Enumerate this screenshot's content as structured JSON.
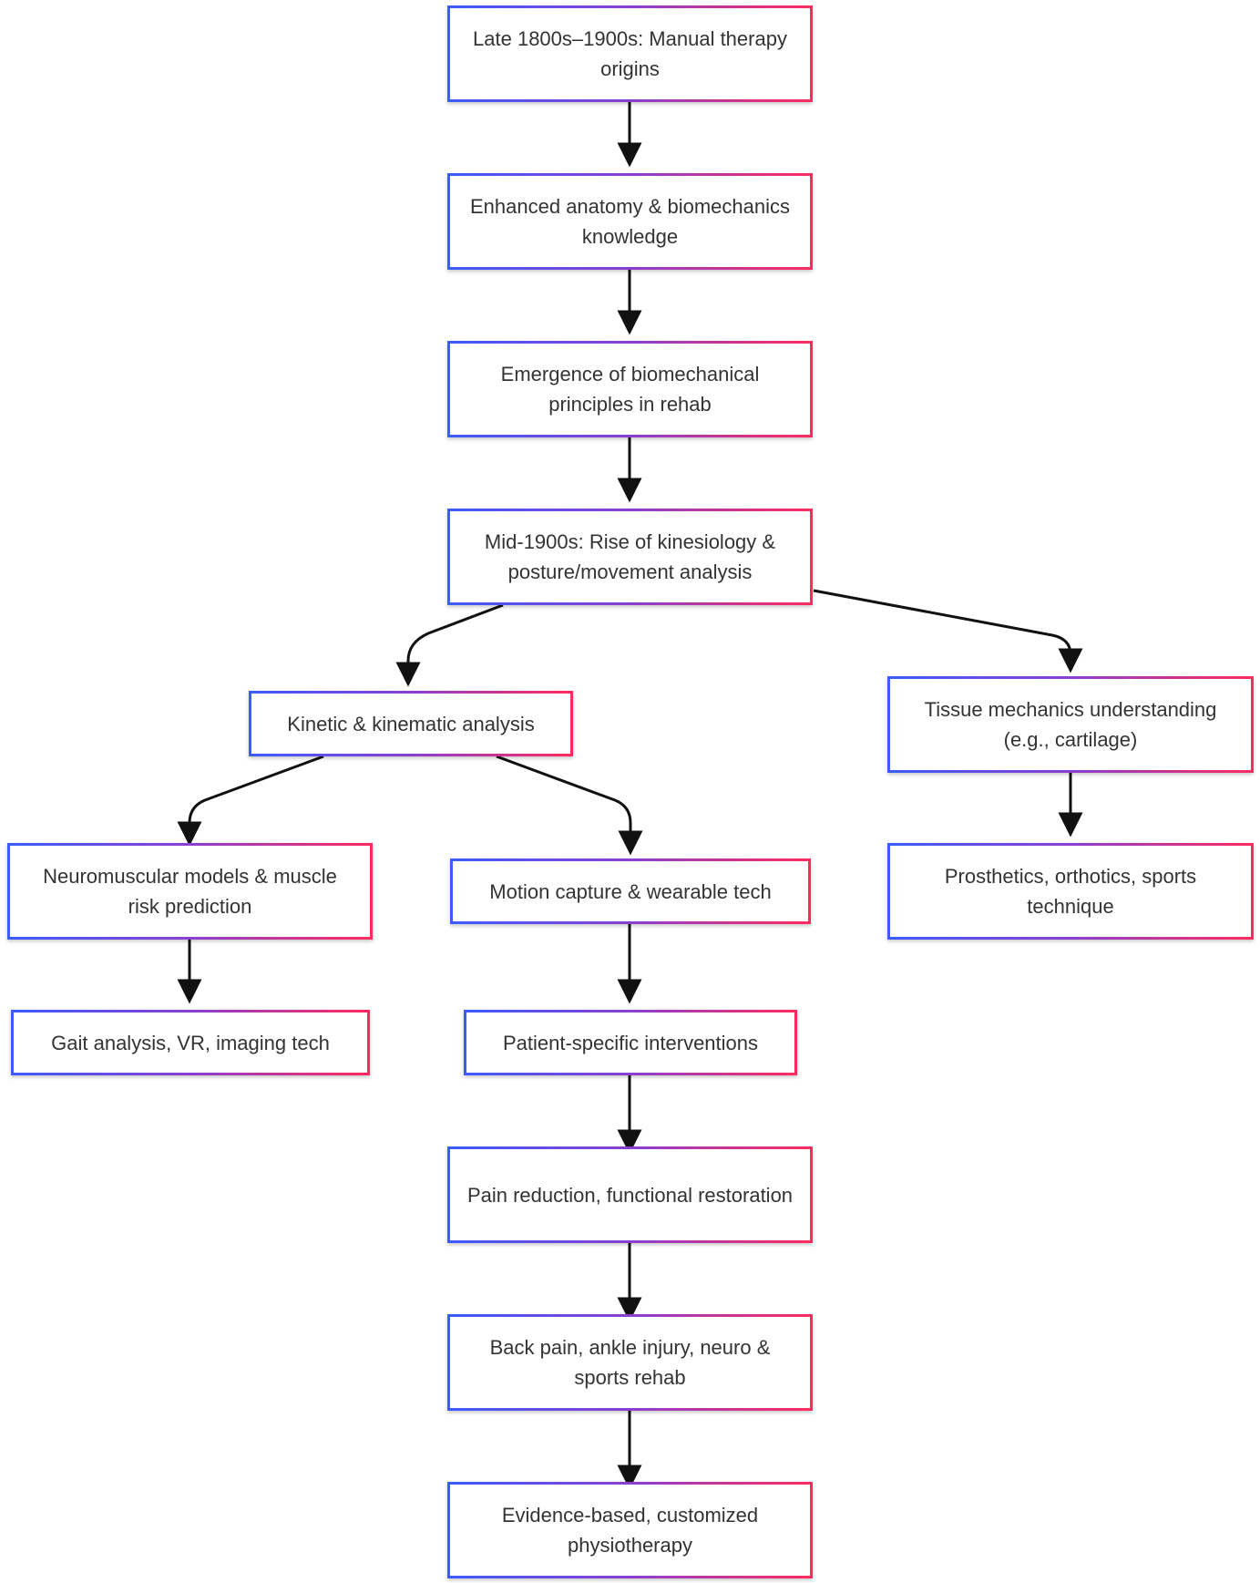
{
  "diagram": {
    "type": "flowchart",
    "colors": {
      "border_start": "#3b5cff",
      "border_end": "#ff2b5e",
      "arrow": "#111111",
      "text": "#333333"
    },
    "nodes": [
      {
        "id": "n1",
        "text": "Late 1800s–1900s: Manual therapy origins"
      },
      {
        "id": "n2",
        "text": "Enhanced anatomy & biomechanics knowledge"
      },
      {
        "id": "n3",
        "text": "Emergence of biomechanical principles in rehab"
      },
      {
        "id": "n4",
        "text": "Mid-1900s: Rise of kinesiology & posture/movement analysis"
      },
      {
        "id": "n5",
        "text": "Kinetic & kinematic analysis"
      },
      {
        "id": "n6",
        "text": "Tissue mechanics understanding (e.g., cartilage)"
      },
      {
        "id": "n7",
        "text": "Neuromuscular models & muscle risk prediction"
      },
      {
        "id": "n8",
        "text": "Motion capture & wearable tech"
      },
      {
        "id": "n9",
        "text": "Prosthetics, orthotics, sports technique"
      },
      {
        "id": "n10",
        "text": "Gait analysis, VR, imaging tech"
      },
      {
        "id": "n11",
        "text": "Patient-specific interventions"
      },
      {
        "id": "n12",
        "text": "Pain reduction, functional restoration"
      },
      {
        "id": "n13",
        "text": "Back pain, ankle injury, neuro & sports rehab"
      },
      {
        "id": "n14",
        "text": "Evidence-based, customized physiotherapy"
      }
    ],
    "edges": [
      {
        "from": "n1",
        "to": "n2"
      },
      {
        "from": "n2",
        "to": "n3"
      },
      {
        "from": "n3",
        "to": "n4"
      },
      {
        "from": "n4",
        "to": "n5"
      },
      {
        "from": "n4",
        "to": "n6"
      },
      {
        "from": "n5",
        "to": "n7"
      },
      {
        "from": "n5",
        "to": "n8"
      },
      {
        "from": "n6",
        "to": "n9"
      },
      {
        "from": "n7",
        "to": "n10"
      },
      {
        "from": "n8",
        "to": "n11"
      },
      {
        "from": "n11",
        "to": "n12"
      },
      {
        "from": "n12",
        "to": "n13"
      },
      {
        "from": "n13",
        "to": "n14"
      }
    ]
  }
}
